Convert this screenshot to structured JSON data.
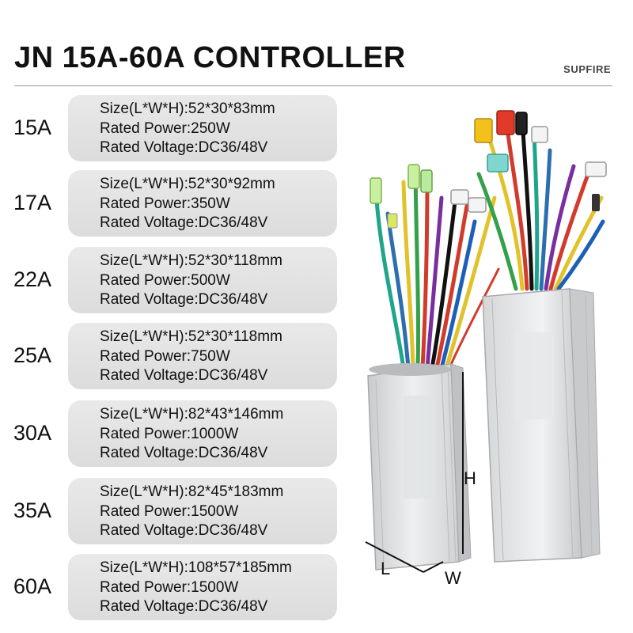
{
  "header": {
    "title": "JN 15A-60A CONTROLLER",
    "brand": "SUPFIRE"
  },
  "labels": {
    "size": "Size(L*W*H):",
    "power": "Rated Power:",
    "voltage": "Rated Voltage:"
  },
  "models": [
    {
      "current": "15A",
      "size": "52*30*83mm",
      "power": "250W",
      "voltage": "DC36/48V"
    },
    {
      "current": "17A",
      "size": "52*30*92mm",
      "power": "350W",
      "voltage": "DC36/48V"
    },
    {
      "current": "22A",
      "size": "52*30*118mm",
      "power": "500W",
      "voltage": "DC36/48V"
    },
    {
      "current": "25A",
      "size": "52*30*118mm",
      "power": "750W",
      "voltage": "DC36/48V"
    },
    {
      "current": "30A",
      "size": "82*43*146mm",
      "power": "1000W",
      "voltage": "DC36/48V"
    },
    {
      "current": "35A",
      "size": "82*45*183mm",
      "power": "1500W",
      "voltage": "DC36/48V"
    },
    {
      "current": "60A",
      "size": "108*57*185mm",
      "power": "1500W",
      "voltage": "DC36/48V"
    }
  ],
  "dimensions": {
    "h": "H",
    "l": "L",
    "w": "W"
  },
  "colors": {
    "card": "#e0e0e0",
    "casing": "#d9dadb",
    "text": "#111111"
  }
}
